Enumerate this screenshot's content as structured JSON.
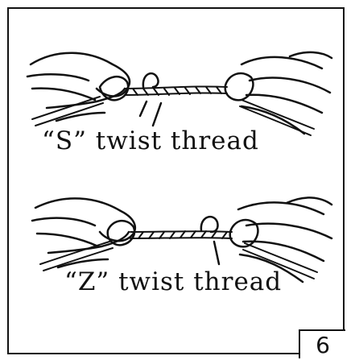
{
  "diagram": {
    "panels": [
      {
        "caption": "“S” twist thread"
      },
      {
        "caption": "“Z” twist thread"
      }
    ],
    "page_number": "6"
  },
  "colors": {
    "ink": "#111111",
    "paper": "#ffffff"
  }
}
